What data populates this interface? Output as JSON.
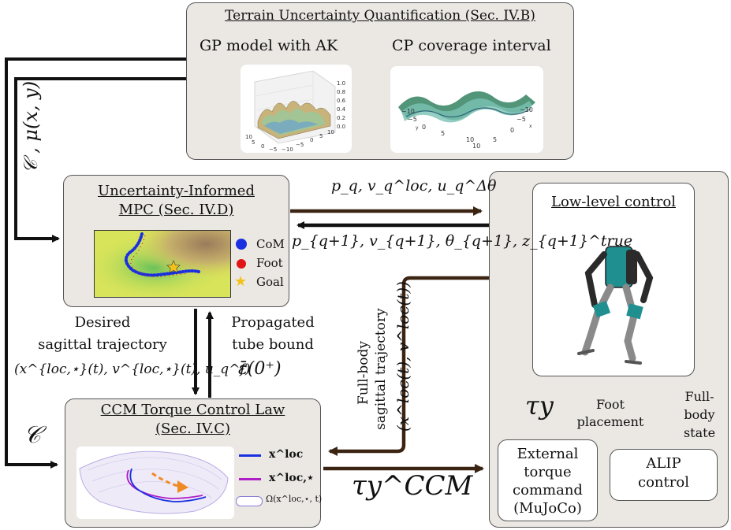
{
  "terrain": {
    "title": "Terrain Uncertainty Quantification (Sec. IV.B)",
    "gp_label": "GP model with AK",
    "cp_label": "CP coverage interval",
    "gp_ticks": [
      "1.0",
      "0.8",
      "0.6",
      "0.4",
      "0.2",
      "0.0",
      "10",
      "5",
      "0",
      "−5",
      "−10",
      "−5",
      "0",
      "5",
      "10"
    ],
    "cp_ticks": [
      "−10",
      "−5",
      "0",
      "5",
      "10",
      "10",
      "5",
      "0",
      "−5",
      "−10"
    ],
    "cp_axis_x": "x",
    "cp_axis_y": "y"
  },
  "mpc": {
    "title_line1": "Uncertainty-Informed",
    "title_line2": "MPC (Sec. IV.D)",
    "legend": [
      "CoM",
      "Foot",
      "Goal"
    ],
    "colors": {
      "com": "#1a2fe0",
      "foot": "#e01515",
      "goal": "#f2c21a"
    }
  },
  "ccm": {
    "title_line1": "CCM Torque Control Law",
    "title_line2": "(Sec. IV.C)",
    "legend": [
      "x^loc",
      "x^loc,⋆",
      "Ω(x^loc,⋆, t)"
    ],
    "colors": {
      "actual": "#1a2fe0",
      "ref": "#b01ec8",
      "tube": "#8a7cd6"
    }
  },
  "lowlevel": {
    "title": "Low-level control",
    "ext_line1": "External",
    "ext_line2": "torque",
    "ext_line3": "command",
    "ext_line4": "(MuJoCo)",
    "alip_line1": "ALIP",
    "alip_line2": "control",
    "foot_line1": "Foot",
    "foot_line2": "placement",
    "state_line1": "Full-",
    "state_line2": "body",
    "state_line3": "state"
  },
  "edges": {
    "left_outer": "𝒞",
    "left_mu": "𝒞 , μ(x, y)",
    "to_low": "p_q, v_q^loc, u_q^Δθ",
    "from_low": "p_{q+1}, v_{q+1}, θ_{q+1}, z_{q+1}^true",
    "desired_line1": "Desired",
    "desired_line2": "sagittal trajectory",
    "desired_math": "(x^{loc,⋆}(t), v^{loc,⋆}(t), u_q^f)",
    "prop_line1": "Propagated",
    "prop_line2": "tube bound",
    "prop_math": "ε̄(0⁺)",
    "fb_line1": "Full-body",
    "fb_line2": "sagittal trajectory",
    "fb_math": "(x^loc(t), v^loc(t))",
    "tau_y": "τy",
    "tau_ccm": "τy^CCM"
  }
}
